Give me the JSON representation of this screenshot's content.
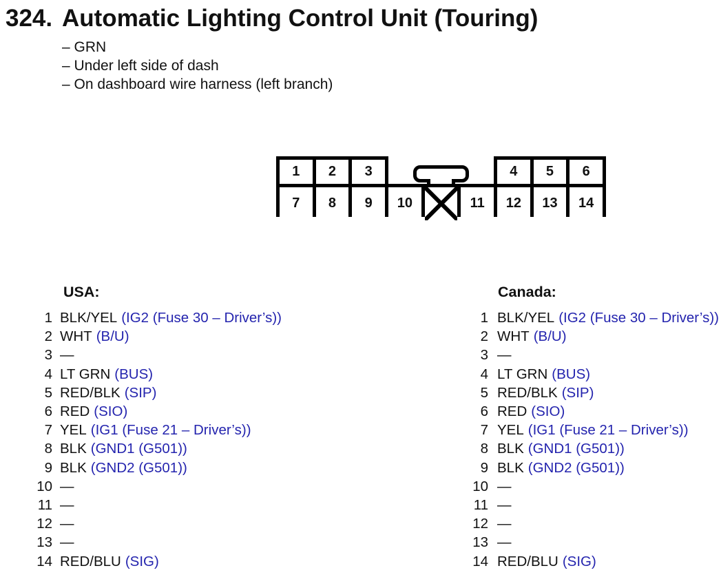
{
  "header": {
    "section_number": "324.",
    "title": "Automatic Lighting Control Unit (Touring)",
    "notes": [
      {
        "text": "– GRN"
      },
      {
        "text": "– Under left side of dash"
      },
      {
        "text": "– On dashboard wire harness (left branch)"
      }
    ]
  },
  "connector": {
    "top_left_pins": [
      "1",
      "2",
      "3"
    ],
    "top_right_pins": [
      "4",
      "5",
      "6"
    ],
    "bottom_left_pins": [
      "7",
      "8",
      "9",
      "10"
    ],
    "bottom_right_pins": [
      "11",
      "12",
      "13",
      "14"
    ]
  },
  "pinouts": {
    "usa": {
      "label": "USA:",
      "rows": [
        {
          "num": "1",
          "wire": "BLK/YEL",
          "signal": "(IG2 (Fuse 30 – Driver’s))"
        },
        {
          "num": "2",
          "wire": "WHT",
          "signal": "(B/U)"
        },
        {
          "num": "3",
          "wire": "—",
          "signal": ""
        },
        {
          "num": "4",
          "wire": "LT GRN",
          "signal": "(BUS)"
        },
        {
          "num": "5",
          "wire": "RED/BLK",
          "signal": "(SIP)"
        },
        {
          "num": "6",
          "wire": "RED",
          "signal": "(SIO)"
        },
        {
          "num": "7",
          "wire": "YEL",
          "signal": "(IG1 (Fuse 21 – Driver’s))"
        },
        {
          "num": "8",
          "wire": "BLK",
          "signal": "(GND1 (G501))"
        },
        {
          "num": "9",
          "wire": "BLK",
          "signal": "(GND2 (G501))"
        },
        {
          "num": "10",
          "wire": "—",
          "signal": ""
        },
        {
          "num": "11",
          "wire": "—",
          "signal": ""
        },
        {
          "num": "12",
          "wire": "—",
          "signal": ""
        },
        {
          "num": "13",
          "wire": "—",
          "signal": ""
        },
        {
          "num": "14",
          "wire": "RED/BLU",
          "signal": "(SIG)"
        }
      ]
    },
    "canada": {
      "label": "Canada:",
      "rows": [
        {
          "num": "1",
          "wire": "BLK/YEL",
          "signal": "(IG2 (Fuse 30 – Driver’s))"
        },
        {
          "num": "2",
          "wire": "WHT",
          "signal": "(B/U)"
        },
        {
          "num": "3",
          "wire": "—",
          "signal": ""
        },
        {
          "num": "4",
          "wire": "LT GRN",
          "signal": "(BUS)"
        },
        {
          "num": "5",
          "wire": "RED/BLK",
          "signal": "(SIP)"
        },
        {
          "num": "6",
          "wire": "RED",
          "signal": "(SIO)"
        },
        {
          "num": "7",
          "wire": "YEL",
          "signal": "(IG1 (Fuse 21 – Driver’s))"
        },
        {
          "num": "8",
          "wire": "BLK",
          "signal": "(GND1 (G501))"
        },
        {
          "num": "9",
          "wire": "BLK",
          "signal": "(GND2 (G501))"
        },
        {
          "num": "10",
          "wire": "—",
          "signal": ""
        },
        {
          "num": "11",
          "wire": "—",
          "signal": ""
        },
        {
          "num": "12",
          "wire": "—",
          "signal": ""
        },
        {
          "num": "13",
          "wire": "—",
          "signal": ""
        },
        {
          "num": "14",
          "wire": "RED/BLU",
          "signal": "(SIG)"
        }
      ]
    }
  },
  "colors": {
    "signal_blue": "#2424ae",
    "ink_black": "#111111",
    "line_black": "#000000",
    "page_background": "#ffffff"
  }
}
